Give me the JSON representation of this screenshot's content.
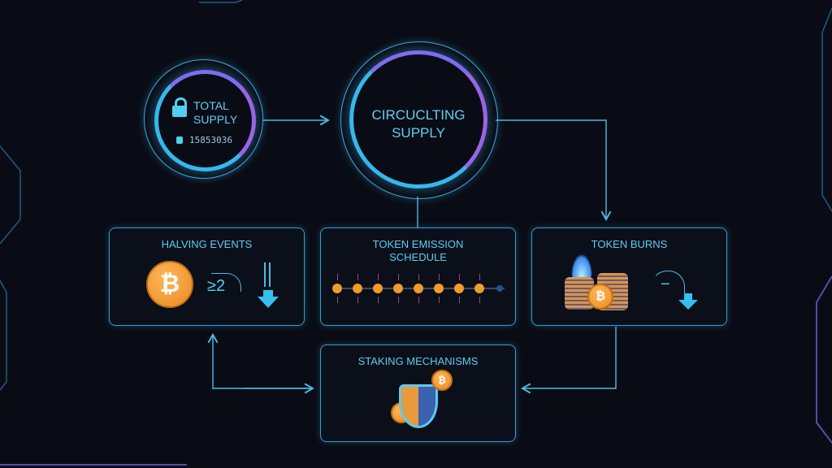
{
  "total_supply": {
    "title_line1": "TOTAL",
    "title_line2": "SUPPLY",
    "value": "15853036",
    "icon": "lock-icon"
  },
  "circulating_supply": {
    "title_line1": "CIRCUCLTING",
    "title_line2": "SUPPLY"
  },
  "halving_events": {
    "title": "HALVING EVENTS",
    "divisor": "≥2",
    "coin_symbol": "₿"
  },
  "token_emission": {
    "title_line1": "TOKEN EMISSION",
    "title_line2": "SCHEDULE",
    "nodes": 8
  },
  "token_burns": {
    "title": "TOKEN BURNS",
    "minus": "−",
    "coin_symbol": "₿"
  },
  "staking": {
    "title": "STAKING MECHANISMS",
    "coin_symbol": "₿"
  },
  "colors": {
    "cyan": "#35b8ec",
    "purple": "#9b63e6",
    "orange": "#f19a2e",
    "bg": "#0a0c15"
  }
}
